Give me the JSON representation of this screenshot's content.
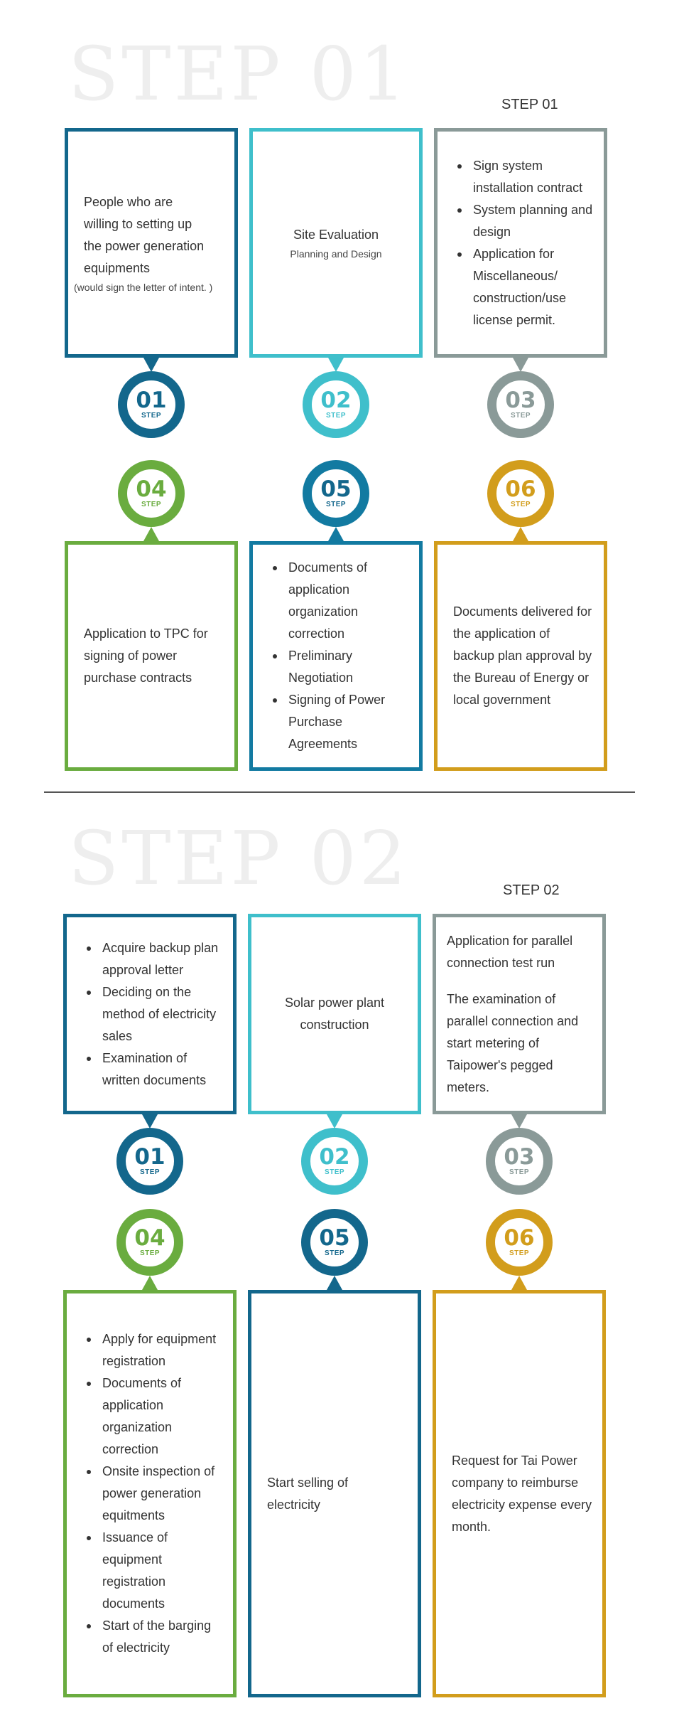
{
  "colors": {
    "navy": "#13678c",
    "teal": "#3fbfcb",
    "gray": "#8a9a98",
    "green": "#6aac3f",
    "blue": "#127aa1",
    "gold": "#d29d1c"
  },
  "step_label": "STEP",
  "section1": {
    "big_title": "STEP 01",
    "small_title": "STEP 01",
    "badges": [
      "01",
      "02",
      "03",
      "04",
      "05",
      "06"
    ],
    "card1": {
      "lines": [
        "People who are",
        "willing to setting up",
        "the power generation",
        "equipments"
      ],
      "note": "(would sign the letter of intent. )"
    },
    "card2": {
      "title": "Site Evaluation",
      "subtitle": "Planning and Design"
    },
    "card3": {
      "items": [
        "Sign system installation contract",
        "System planning and design",
        "Application for Miscellaneous/ construction/use license permit."
      ]
    },
    "card4": {
      "text": "Application to TPC for signing of power purchase contracts"
    },
    "card5": {
      "items": [
        "Documents of application organization correction",
        "Preliminary Negotiation",
        "Signing of Power Purchase Agreements"
      ]
    },
    "card6": {
      "text": "Documents delivered for the application of backup plan approval by the Bureau of Energy or local government"
    }
  },
  "section2": {
    "big_title": "STEP 02",
    "small_title": "STEP 02",
    "badges": [
      "01",
      "02",
      "03",
      "04",
      "05",
      "06"
    ],
    "card1": {
      "items": [
        "Acquire backup plan approval letter",
        "Deciding on the method of electricity sales",
        "Examination of written documents"
      ]
    },
    "card2": {
      "text": "Solar power plant construction"
    },
    "card3": {
      "para1": "Application for parallel connection test run",
      "para2": "The examination of parallel connection and start metering of Taipower's pegged meters."
    },
    "card4": {
      "items": [
        "Apply for equipment registration",
        "Documents of application organization correction",
        "Onsite inspection of power generation equitments",
        "Issuance of equipment registration documents",
        "Start of the barging of electricity"
      ]
    },
    "card5": {
      "text": "Start selling of electricity"
    },
    "card6": {
      "text": "Request for Tai Power company to reimburse electricity expense every month."
    }
  }
}
